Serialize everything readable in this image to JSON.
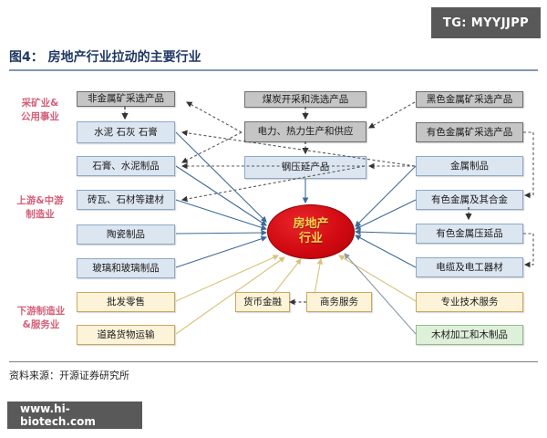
{
  "watermarks": {
    "tg": "TG: MYYJJPP",
    "site": "www.hi-biotech.com"
  },
  "figure": {
    "title": "图4： 房地产行业拉动的主要行业",
    "source": "资料来源：开源证券研究所"
  },
  "hub": {
    "line1": "房地产",
    "line2": "行业",
    "fill": "#d20a12",
    "text_color": "#ffd24a"
  },
  "group_labels": [
    {
      "text": "采矿业&\n公用事业",
      "color": "#d4607a"
    },
    {
      "text": "上游&中游\n制造业",
      "color": "#d4607a"
    },
    {
      "text": "下游制造业\n&服务业",
      "color": "#d4607a"
    }
  ],
  "columns": {
    "left": [
      {
        "label": "非金属矿采选产品",
        "style": "gray"
      },
      {
        "label": "水泥 石灰 石膏",
        "style": "blue"
      },
      {
        "label": "石膏、水泥制品",
        "style": "blue"
      },
      {
        "label": "砖瓦、石材等建材",
        "style": "blue"
      },
      {
        "label": "陶瓷制品",
        "style": "blue"
      },
      {
        "label": "玻璃和玻璃制品",
        "style": "blue"
      },
      {
        "label": "批发零售",
        "style": "cream"
      },
      {
        "label": "道路货物运输",
        "style": "cream"
      }
    ],
    "middle": [
      {
        "label": "煤炭开采和洗选产品",
        "style": "gray"
      },
      {
        "label": "电力、热力生产和供应",
        "style": "gray"
      },
      {
        "label": "钢压延产品",
        "style": "blue"
      }
    ],
    "middle_bottom": [
      {
        "label": "货币金融",
        "style": "cream"
      },
      {
        "label": "商务服务",
        "style": "cream"
      }
    ],
    "right": [
      {
        "label": "黑色金属矿采选产品",
        "style": "gray"
      },
      {
        "label": "有色金属矿采选产品",
        "style": "gray"
      },
      {
        "label": "金属制品",
        "style": "blue"
      },
      {
        "label": "有色金属及其合金",
        "style": "blue"
      },
      {
        "label": "有色金属压延品",
        "style": "blue"
      },
      {
        "label": "电缆及电工器材",
        "style": "blue"
      },
      {
        "label": "专业技术服务",
        "style": "cream"
      },
      {
        "label": "木材加工和木制品",
        "style": "green"
      }
    ]
  },
  "colors": {
    "title": "#1f3864",
    "badge_bg": "#595959",
    "blue_node": "#dce6f1",
    "gray_node": "#c5c5c5",
    "cream_node": "#fdf3d9",
    "green_node": "#dff0da",
    "blue_connector": "#3f6b96",
    "yellow_connector": "#d9c27a",
    "gray_connector": "#8c9aa5",
    "green_connector": "#9ab58e"
  }
}
